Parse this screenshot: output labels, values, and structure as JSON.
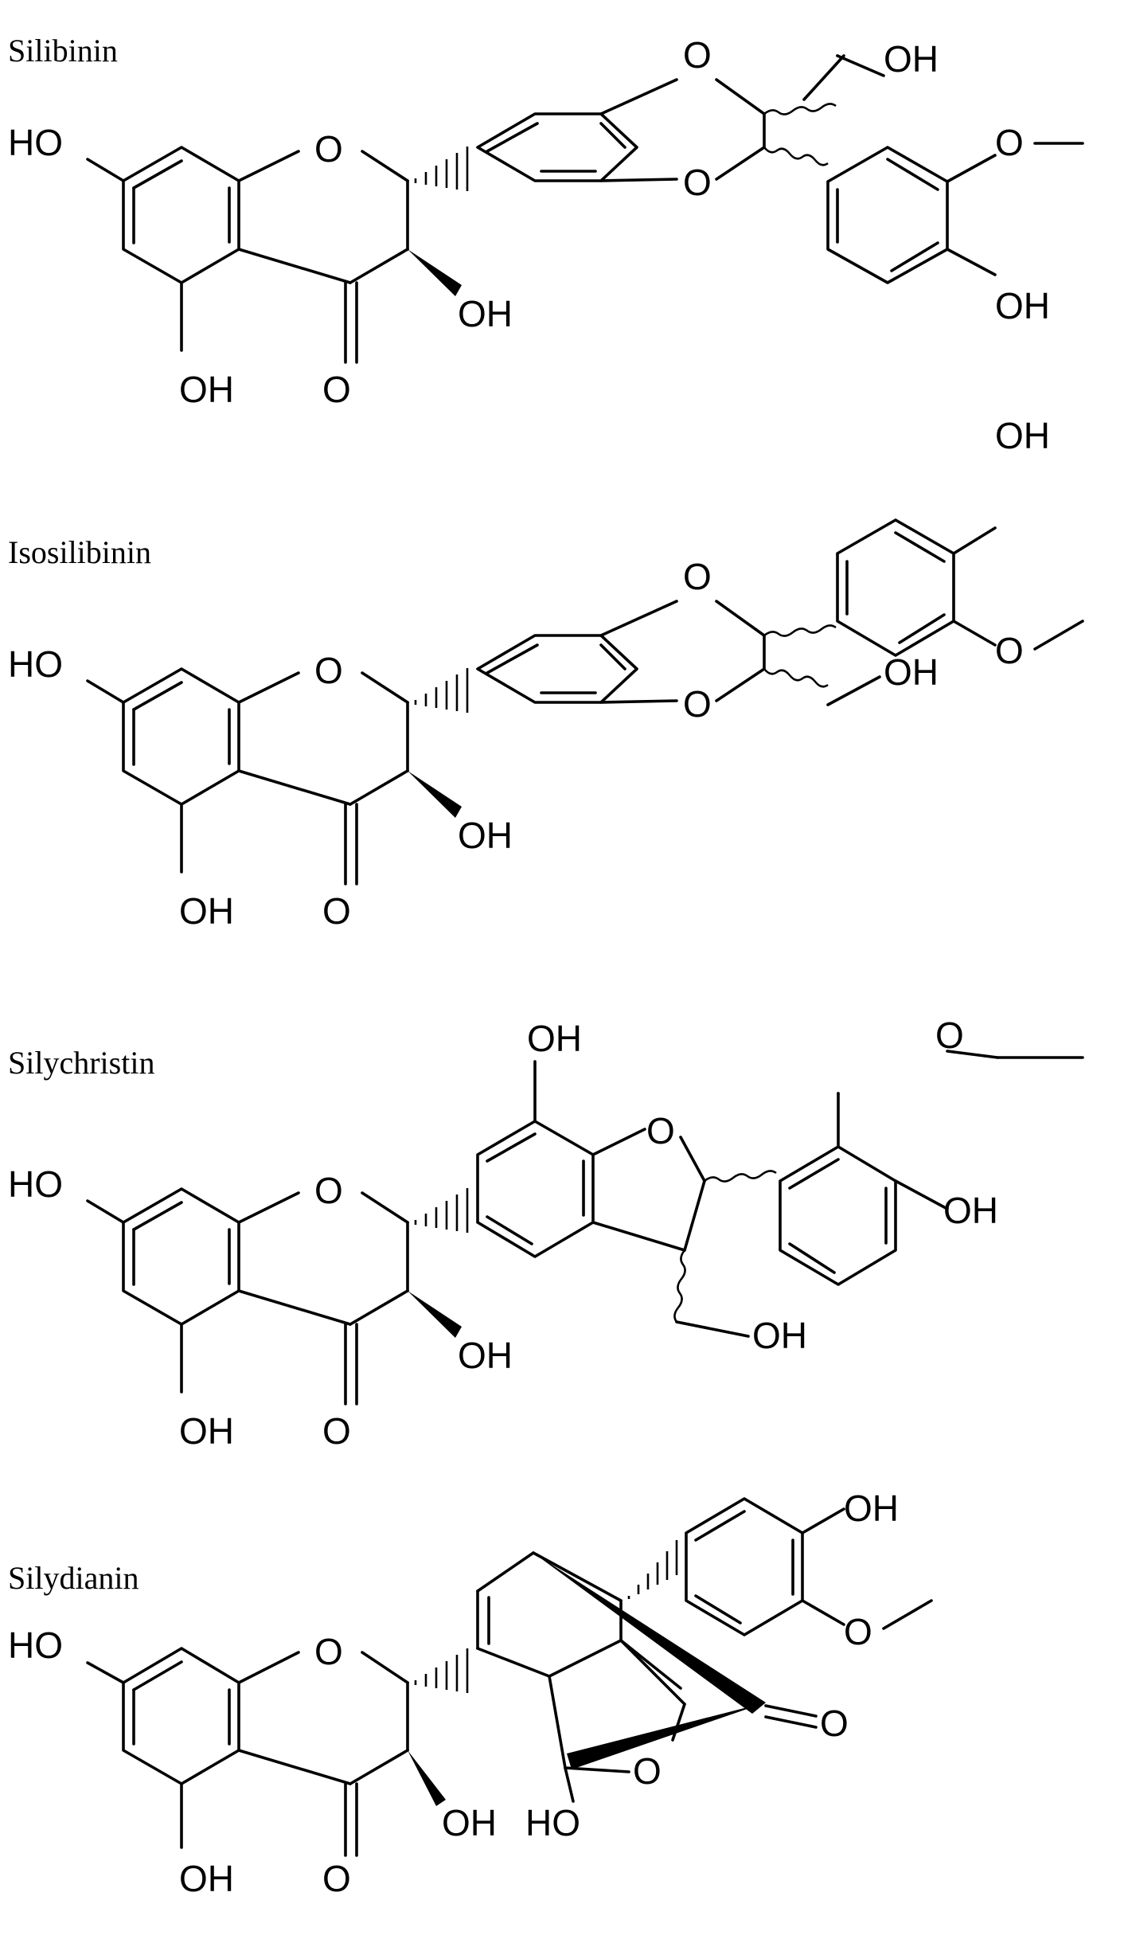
{
  "compounds": [
    {
      "name": "Silibinin"
    },
    {
      "name": "Isosilibinin"
    },
    {
      "name": "Silychristin"
    },
    {
      "name": "Silydianin"
    }
  ],
  "atoms": {
    "oxygen": "O",
    "hydroxyl": "OH",
    "hydroxyl_left": "HO"
  }
}
